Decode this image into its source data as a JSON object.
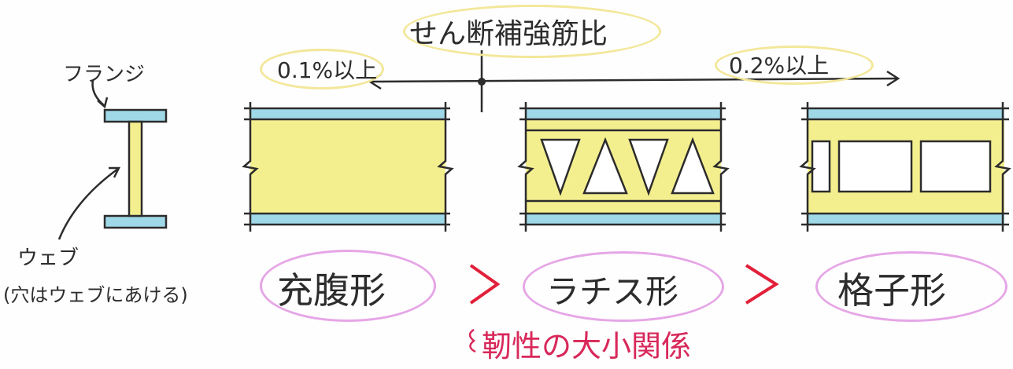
{
  "labels": {
    "flange": "フランジ",
    "web": "ウェブ",
    "web_note": "(穴はウェブにあける)",
    "shear_ratio": "せん断補強筋比",
    "ratio_left": "0.1%以上",
    "ratio_right": "0.2%以上",
    "beam_solid": "充腹形",
    "beam_lattice": "ラチス形",
    "beam_grid": "格子形",
    "gt1": ">",
    "gt2": ">",
    "toughness": "靭性の大小関係"
  },
  "colors": {
    "flange_blue": "#9fd8e6",
    "web_yellow": "#f4ef8e",
    "ink": "#2c2c2c",
    "accent_red": "#e2203a",
    "accent_pink": "#d8285a"
  }
}
